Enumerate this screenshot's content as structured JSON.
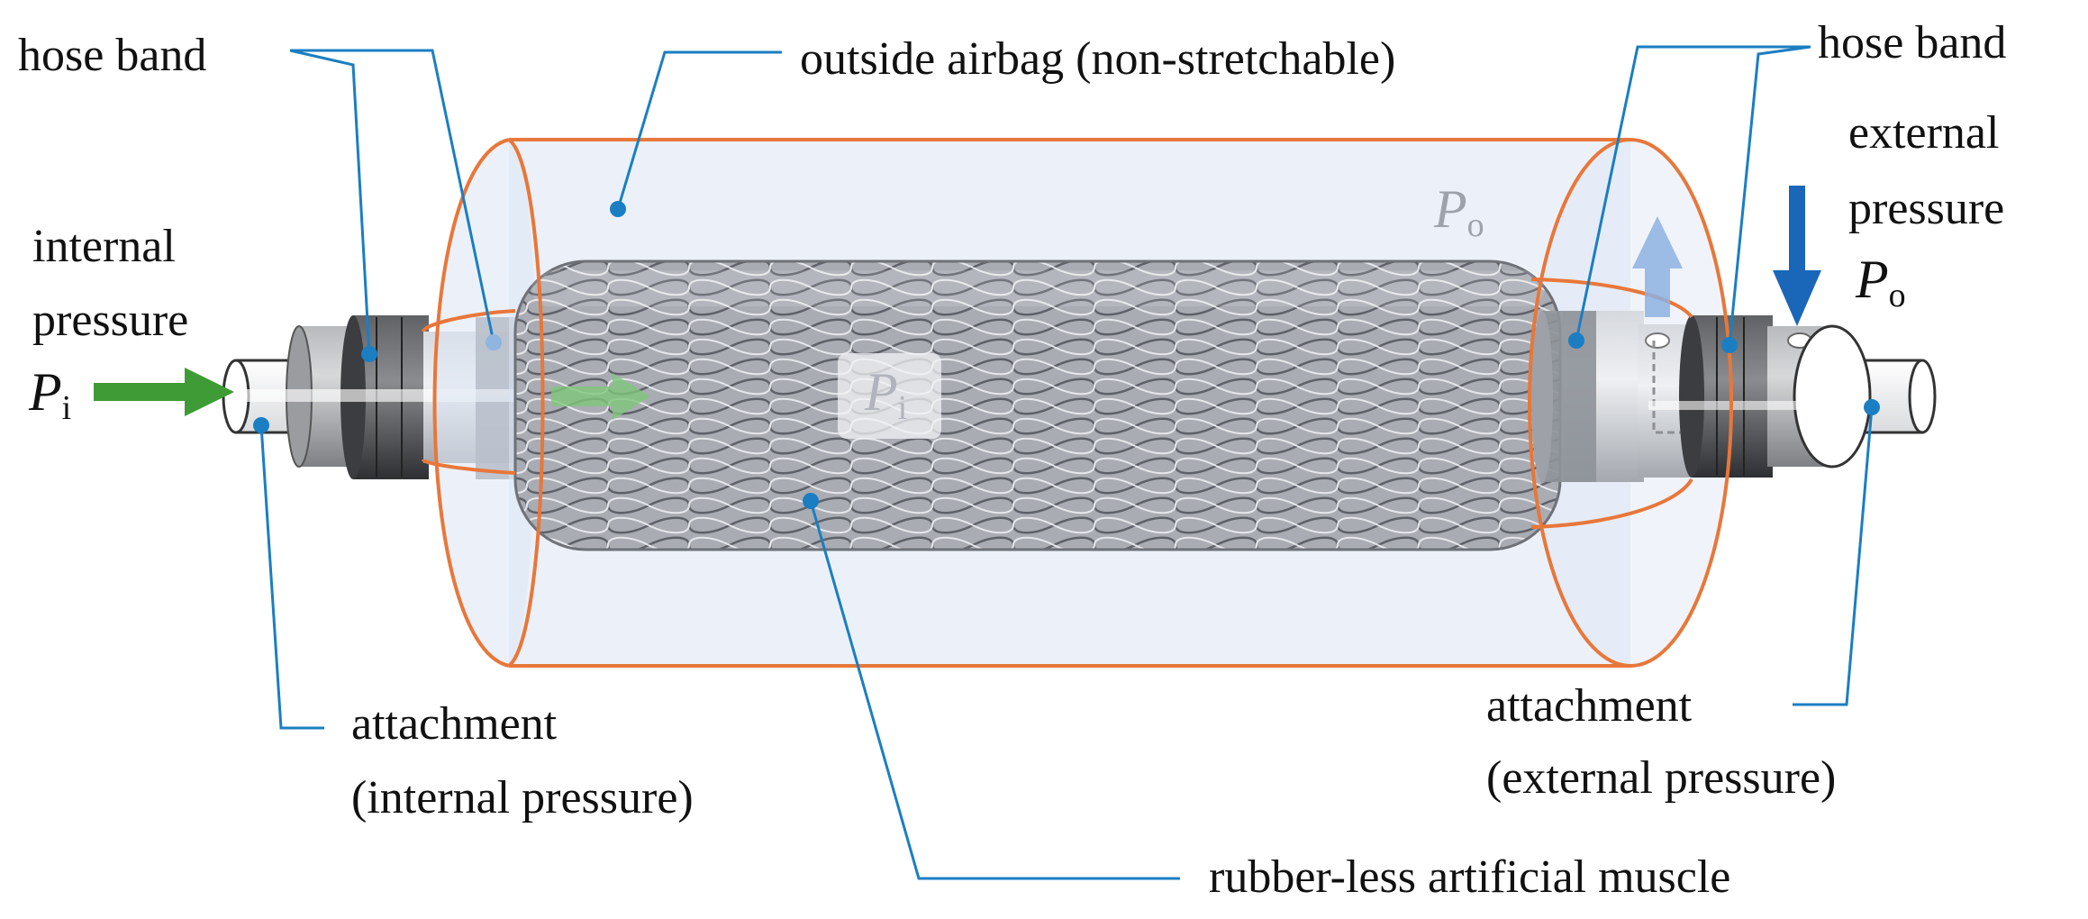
{
  "labels": {
    "hose_band_left": "hose band",
    "hose_band_right": "hose band",
    "outside_airbag": "outside airbag (non-stretchable)",
    "internal_pressure_line1": "internal",
    "internal_pressure_line2": "pressure",
    "external_pressure_line1": "external",
    "external_pressure_line2": "pressure",
    "attachment_internal_line1": "attachment",
    "attachment_internal_line2": "(internal pressure)",
    "attachment_external_line1": "attachment",
    "attachment_external_line2": "(external pressure)",
    "muscle": "rubber-less artificial muscle"
  },
  "symbols": {
    "p_var": "P",
    "sub_internal": "i",
    "sub_outside": "o"
  },
  "colors": {
    "leader": "#1b7ec2",
    "airbag_outline": "#e8773a",
    "airbag_fill": "#dde6f4",
    "green_arrow": "#3f9b35",
    "blue_arrow": "#1a66b8"
  }
}
